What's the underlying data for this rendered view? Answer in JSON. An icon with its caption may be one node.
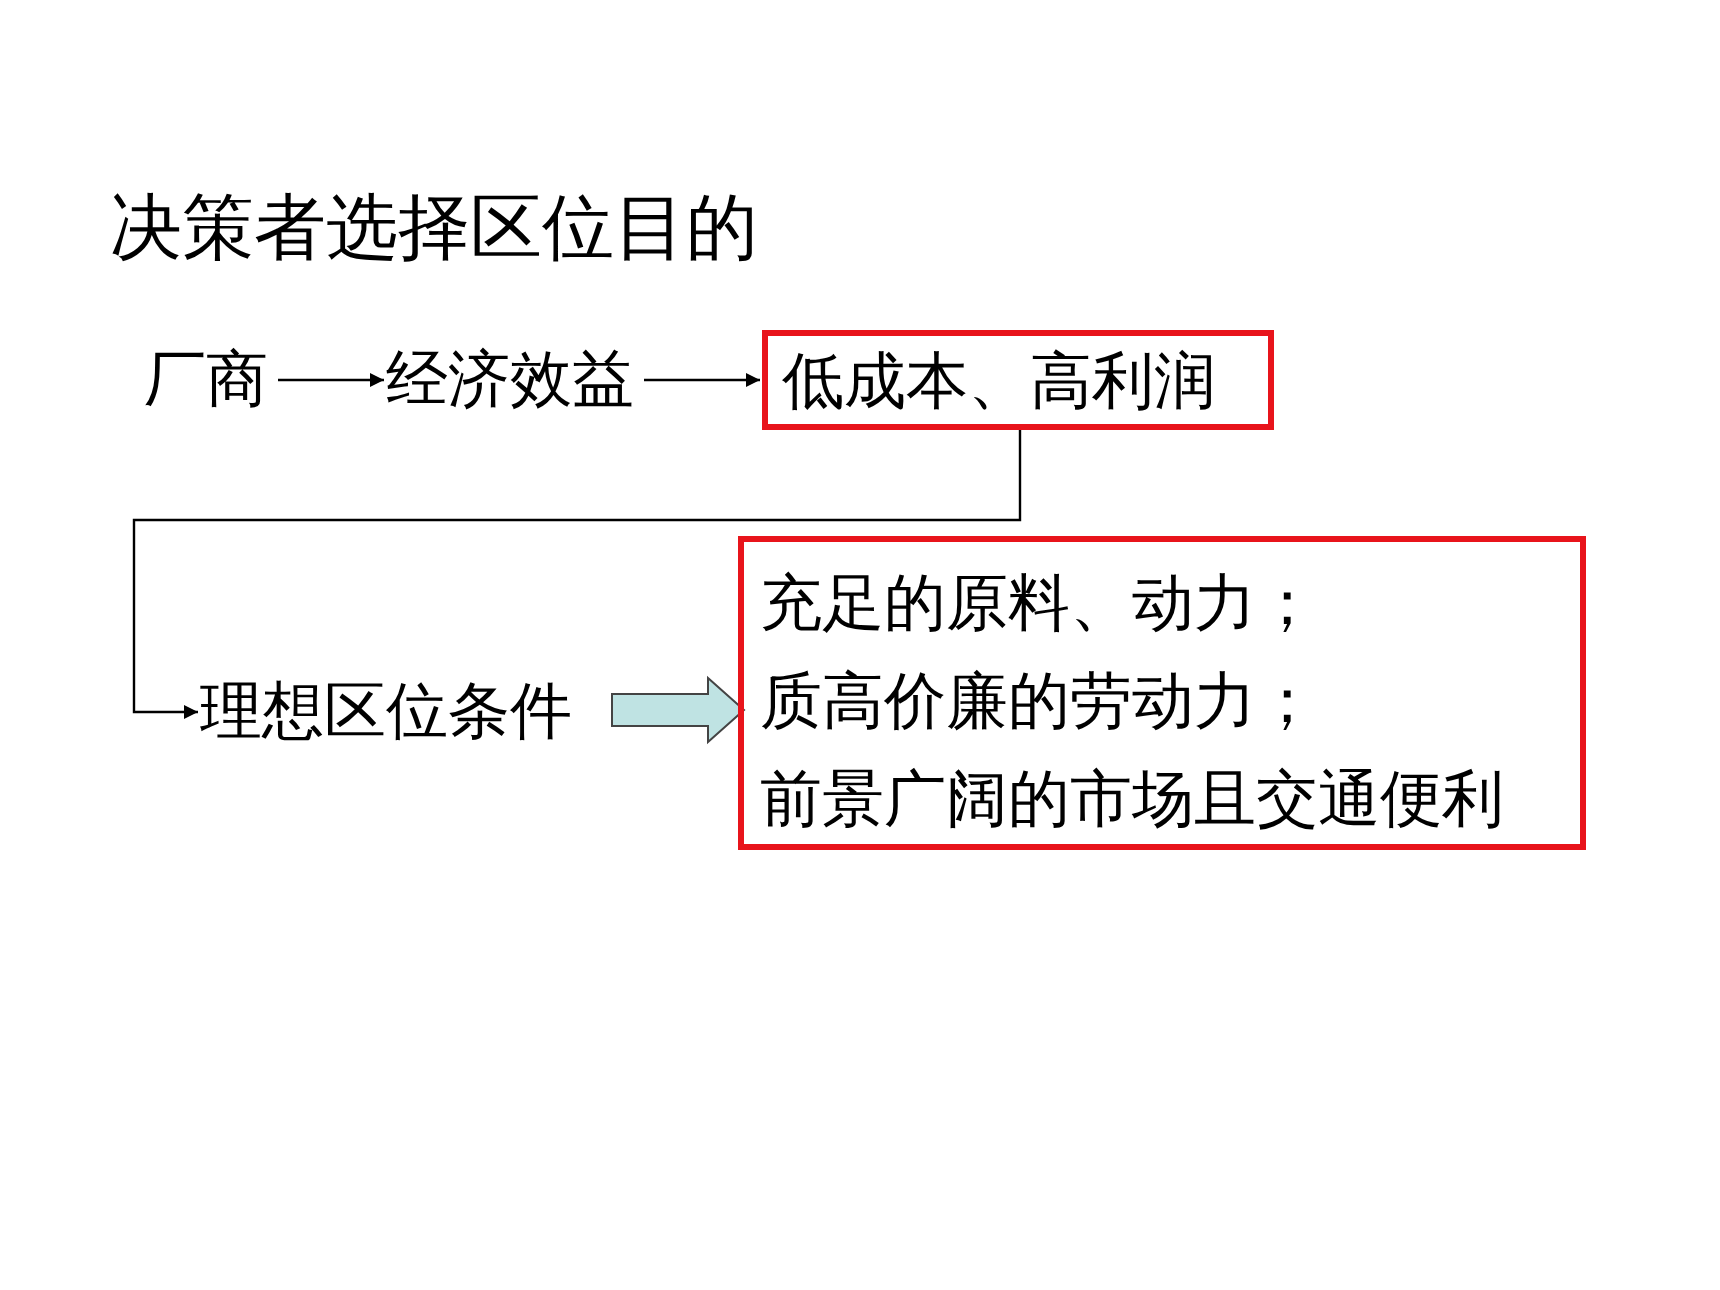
{
  "diagram": {
    "title": "决策者选择区位目的",
    "nodes": [
      {
        "text": [
          "厂商"
        ]
      },
      {
        "text": [
          "经济效益"
        ]
      },
      {
        "text": [
          "低成本、高利润"
        ]
      },
      {
        "text": [
          "理想区位条件"
        ]
      },
      {
        "text": [
          "充足的原料、动力；",
          "质高价廉的劳动力；",
          "前景广阔的市场且交通便利"
        ]
      }
    ],
    "edges": [
      {
        "from": 0,
        "to": 1,
        "arrow": "to"
      },
      {
        "from": 1,
        "to": 2,
        "arrow": "to"
      },
      {
        "from": 2,
        "to": 3,
        "arrow": "to"
      },
      {
        "from": 3,
        "to": 4,
        "arrow": "to",
        "style": "thick",
        "color": "#bfe3e3"
      }
    ]
  }
}
